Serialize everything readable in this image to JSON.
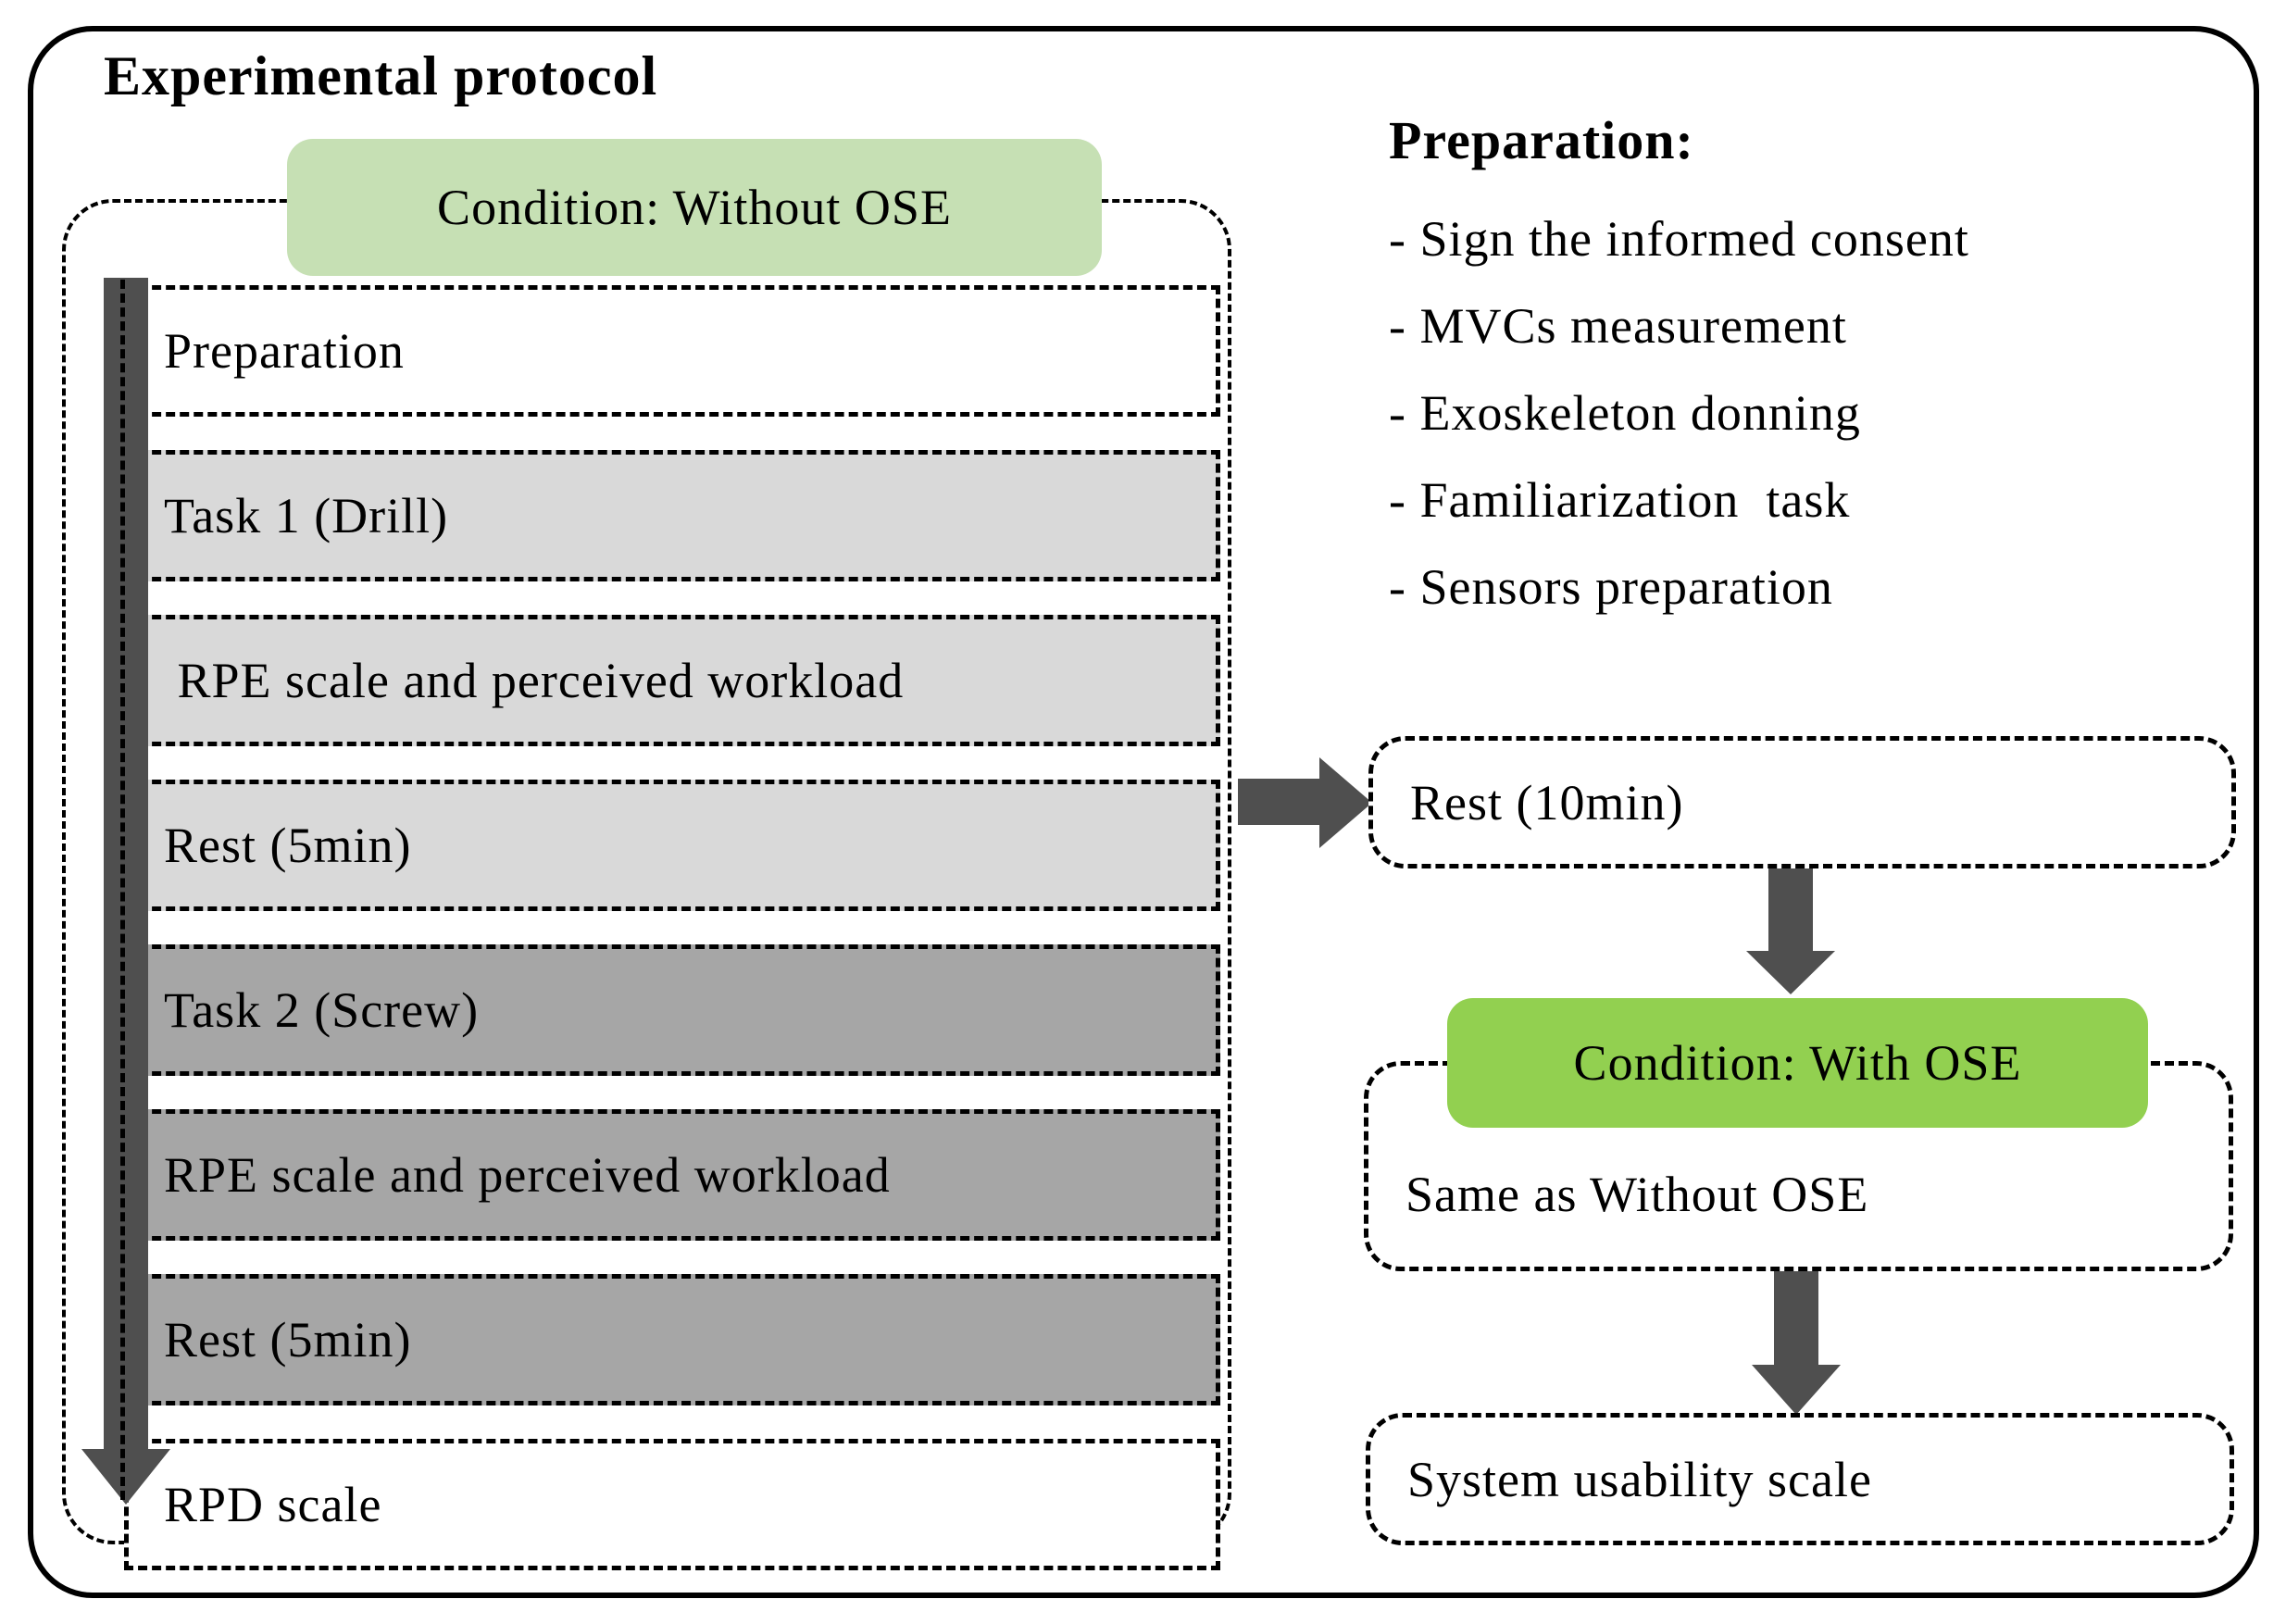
{
  "title": "Experimental protocol",
  "colors": {
    "light_green": "#c6e0b4",
    "bright_green": "#92d050",
    "light_gray": "#d9d9d9",
    "mid_gray": "#a6a6a6",
    "arrow_gray": "#4f4f4f",
    "row_white": "#ffffff"
  },
  "left_flow": {
    "condition_label": "Condition: Without OSE",
    "rows": [
      {
        "label": "Preparation",
        "bg": "#ffffff"
      },
      {
        "label": "Task 1 (Drill)",
        "bg": "#d9d9d9"
      },
      {
        "label": " RPE scale and perceived workload",
        "bg": "#d9d9d9"
      },
      {
        "label": "Rest (5min)",
        "bg": "#d9d9d9"
      },
      {
        "label": "Task 2 (Screw)",
        "bg": "#a6a6a6"
      },
      {
        "label": "RPE scale and perceived workload",
        "bg": "#a6a6a6"
      },
      {
        "label": "Rest (5min)",
        "bg": "#a6a6a6"
      },
      {
        "label": "RPD scale",
        "bg": "#ffffff"
      }
    ]
  },
  "preparation_panel": {
    "heading": "Preparation:",
    "items": [
      "- Sign the informed consent",
      "- MVCs measurement",
      "- Exoskeleton donning",
      "- Familiarization  task",
      "- Sensors preparation"
    ]
  },
  "right_flow": {
    "rest_label": "Rest (10min)",
    "condition_label": "Condition: With OSE",
    "same_label": "Same as Without OSE",
    "sus_label": "System usability scale"
  }
}
